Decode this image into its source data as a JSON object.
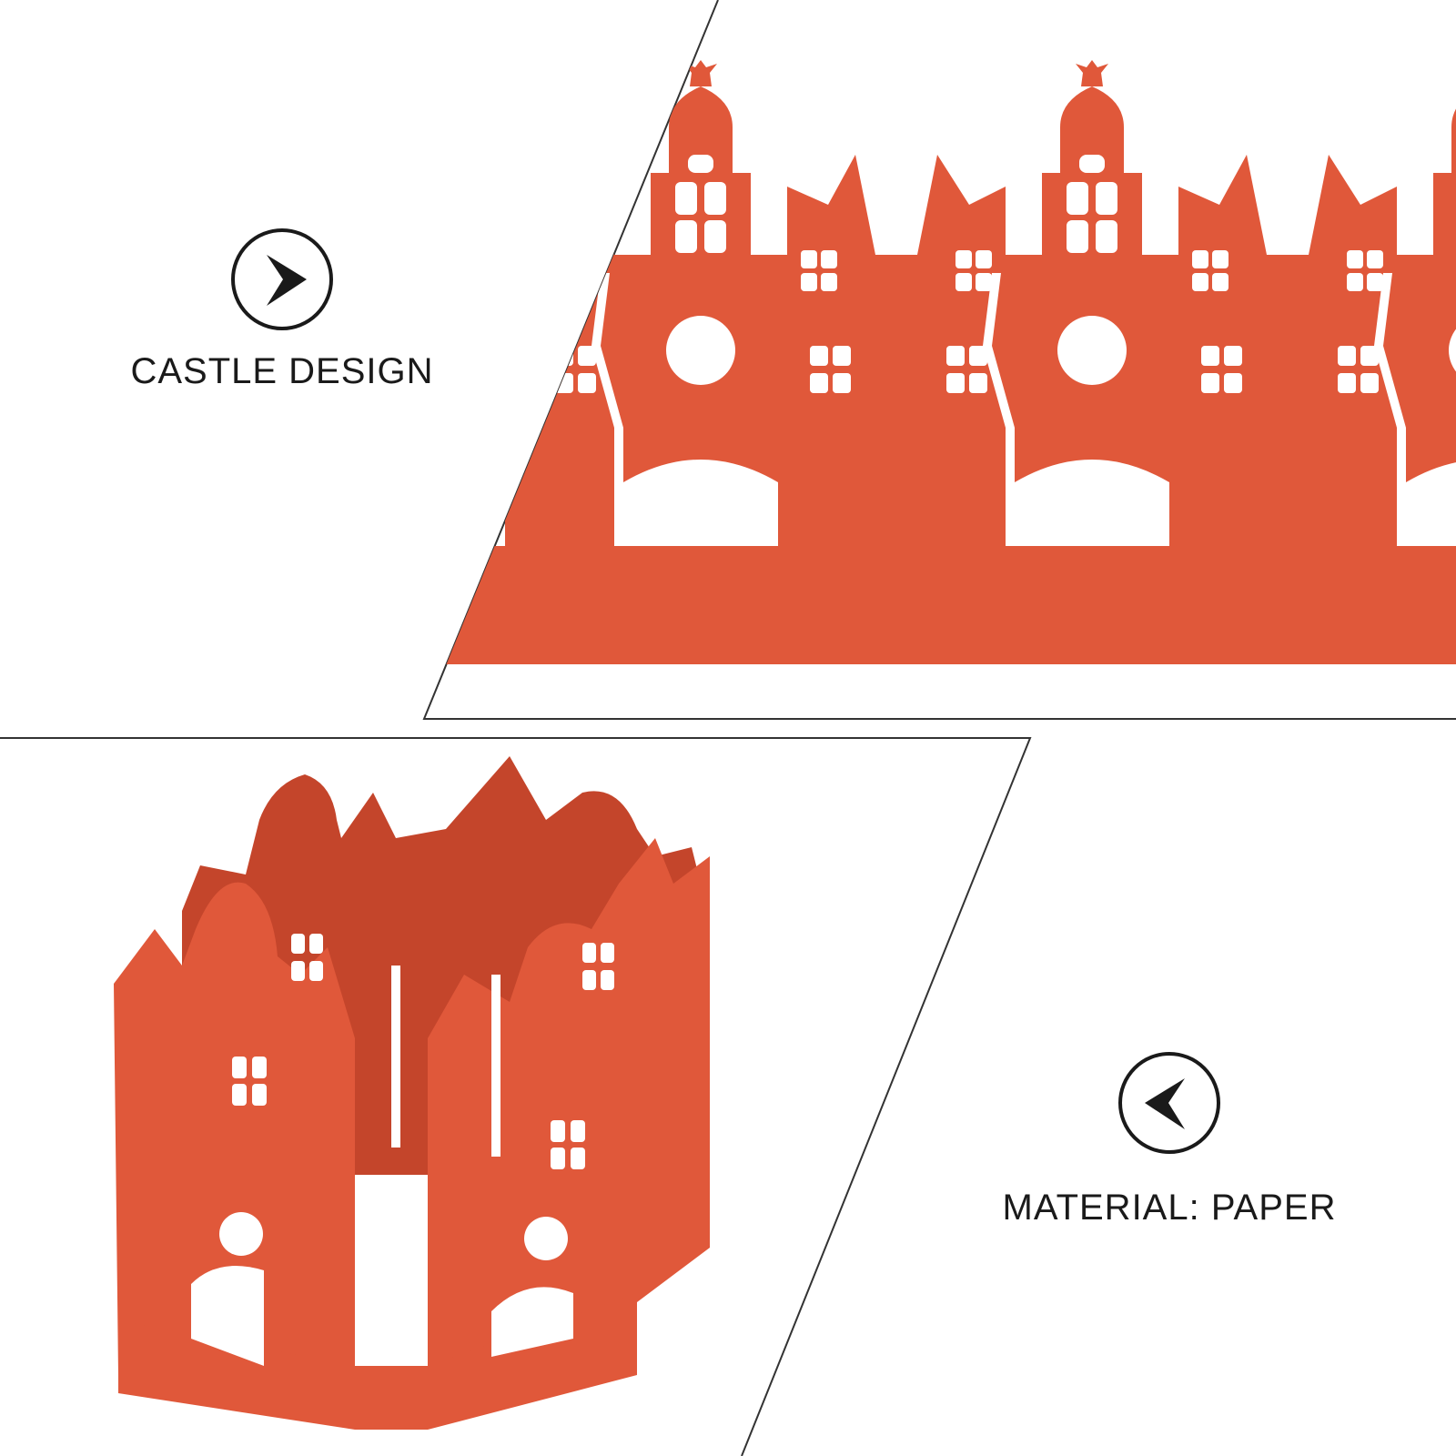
{
  "callouts": {
    "top": {
      "text": "CASTLE DESIGN",
      "icon": "chevron-right-icon"
    },
    "bottom": {
      "text": "MATERIAL: PAPER",
      "icon": "chevron-left-icon"
    }
  },
  "colors": {
    "paper": "#e0583a",
    "paper_shadow": "#c4452b",
    "frame_line": "#333333",
    "text": "#1a1a1a"
  },
  "images": {
    "top": "castle-strip-closeup",
    "bottom": "castle-band-assembled"
  }
}
